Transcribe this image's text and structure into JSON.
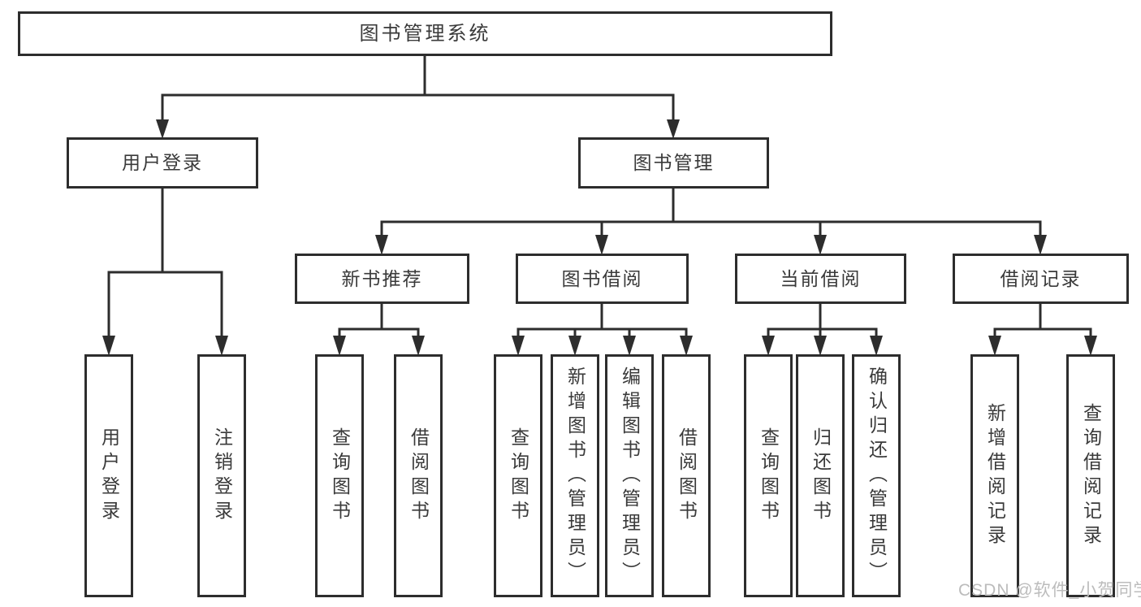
{
  "diagram": {
    "type": "hierarchy-tree",
    "title": "图书管理系统",
    "watermark": "CSDN @软件_小贺同学",
    "colors": {
      "background": "#ffffff",
      "line": "#2d2d2d",
      "border": "#2d2d2d",
      "text": "#3a3a3a",
      "watermark": "#bcbcbc"
    },
    "nodes": {
      "root": {
        "label": "图书管理系统"
      },
      "userLogin": {
        "label": "用户登录"
      },
      "bookManagement": {
        "label": "图书管理"
      },
      "newBookRecommend": {
        "label": "新书推荐"
      },
      "bookBorrow": {
        "label": "图书借阅"
      },
      "currentBorrow": {
        "label": "当前借阅"
      },
      "borrowRecords": {
        "label": "借阅记录"
      },
      "ulUserLogin": {
        "label": "用户登录"
      },
      "ulLogout": {
        "label": "注销登录"
      },
      "nbQueryBooks": {
        "label": "查询图书"
      },
      "nbBorrowBooks": {
        "label": "借阅图书"
      },
      "bbQueryBooks": {
        "label": "查询图书"
      },
      "bbAddBooks": {
        "label": "新增图书（管理员）"
      },
      "bbEditBooks": {
        "label": "编辑图书（管理员）"
      },
      "bbBorrowBooks": {
        "label": "借阅图书"
      },
      "cbQueryBooks": {
        "label": "查询图书"
      },
      "cbReturnBooks": {
        "label": "归还图书"
      },
      "cbConfirmReturn": {
        "label": "确认归还（管理员）"
      },
      "brAddRecord": {
        "label": "新增借阅记录"
      },
      "brQueryRecord": {
        "label": "查询借阅记录"
      }
    },
    "edges": [
      "图书管理系统 -> 用户登录",
      "图书管理系统 -> 图书管理",
      "用户登录 -> 用户登录(叶), 注销登录",
      "图书管理 -> 新书推荐, 图书借阅, 当前借阅, 借阅记录",
      "新书推荐 -> 查询图书, 借阅图书",
      "图书借阅 -> 查询图书, 新增图书（管理员）, 编辑图书（管理员）, 借阅图书",
      "当前借阅 -> 查询图书, 归还图书, 确认归还（管理员）",
      "借阅记录 -> 新增借阅记录, 查询借阅记录"
    ]
  }
}
